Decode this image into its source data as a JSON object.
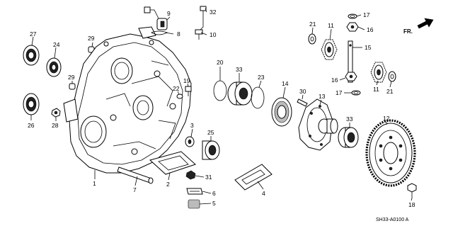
{
  "diagram": {
    "code": "SH33-A0100 A",
    "direction_label": "FR.",
    "callouts": {
      "c1": "1",
      "c2": "2",
      "c3": "3",
      "c4": "4",
      "c5": "5",
      "c6": "6",
      "c7": "7",
      "c8": "8",
      "c9": "9",
      "c10": "10",
      "c11a": "11",
      "c11b": "11",
      "c12": "12",
      "c13": "13",
      "c14": "14",
      "c15": "15",
      "c16a": "16",
      "c16b": "16",
      "c17a": "17",
      "c17b": "17",
      "c18": "18",
      "c19": "19",
      "c20": "20",
      "c21a": "21",
      "c21b": "21",
      "c22": "22",
      "c23": "23",
      "c24": "24",
      "c25": "25",
      "c26": "26",
      "c27": "27",
      "c28": "28",
      "c29a": "29",
      "c29b": "29",
      "c30": "30",
      "c31": "31",
      "c32": "32",
      "c33a": "33",
      "c33b": "33"
    }
  }
}
